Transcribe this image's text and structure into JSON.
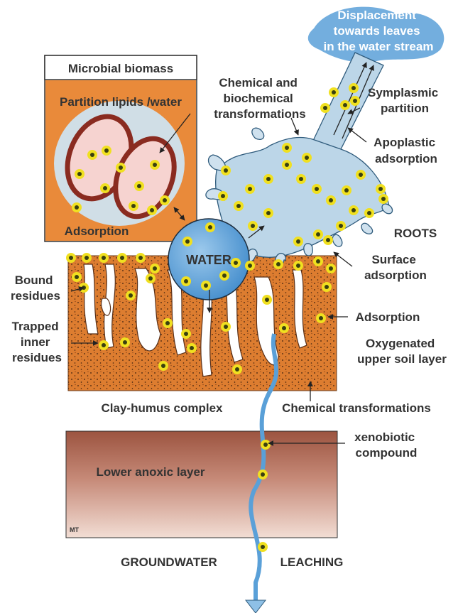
{
  "labels": {
    "displacement": [
      "Displacement",
      "towards leaves",
      "in the water stream"
    ],
    "microbial_biomass": "Microbial biomass",
    "partition": "Partition lipids /water",
    "chem_biochem": [
      "Chemical and",
      "biochemical",
      "transformations"
    ],
    "symplasmic": [
      "Symplasmic",
      "partition"
    ],
    "apoplastic": [
      "Apoplastic",
      "adsorption"
    ],
    "adsorption_microbe": "Adsorption",
    "water": "WATER",
    "roots": "ROOTS",
    "surface_adsorption": [
      "Surface",
      "adsorption"
    ],
    "bound_residues": [
      "Bound",
      "residues"
    ],
    "adsorption_soil": "Adsorption",
    "trapped": [
      "Trapped",
      "inner",
      "residues"
    ],
    "oxygenated": [
      "Oxygenated",
      "upper soil layer"
    ],
    "clay_humus": "Clay-humus complex",
    "chem_transformations": "Chemical transformations",
    "xenobiotic": [
      "xenobiotic",
      "compound"
    ],
    "lower_anoxic": "Lower anoxic layer",
    "signature": "MT",
    "groundwater": "GROUNDWATER",
    "leaching": "LEACHING"
  },
  "colors": {
    "soil": "#d9782c",
    "soil_dark": "#c05e1c",
    "water": "#5aa0d8",
    "root": "#bcd6e8",
    "anoxic": "#a8604a",
    "compound": "#f0e020",
    "label": "#333333"
  }
}
